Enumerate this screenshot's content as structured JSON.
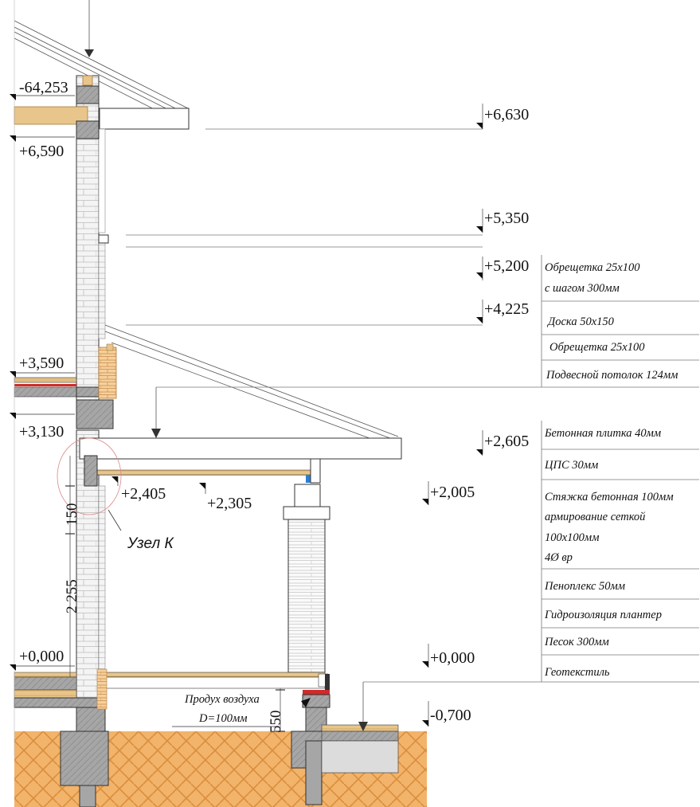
{
  "levels_left": [
    {
      "id": "l1",
      "text": "-64,253"
    },
    {
      "id": "l2",
      "text": "+6,590"
    },
    {
      "id": "l3",
      "text": "+3,590"
    },
    {
      "id": "l4",
      "text": "+3,130"
    },
    {
      "id": "l5",
      "text": "+0,000"
    }
  ],
  "levels_right": [
    {
      "id": "r1",
      "text": "+6,630"
    },
    {
      "id": "r2",
      "text": "+5,350"
    },
    {
      "id": "r3",
      "text": "+5,200"
    },
    {
      "id": "r4",
      "text": "+4,225"
    },
    {
      "id": "r5",
      "text": "+2,605"
    },
    {
      "id": "r6",
      "text": "+2,005"
    },
    {
      "id": "r7",
      "text": "+0,000"
    },
    {
      "id": "r8",
      "text": "-0,700"
    }
  ],
  "levels_mid": [
    {
      "id": "m1",
      "text": "+2,405"
    },
    {
      "id": "m2",
      "text": "+2,305"
    }
  ],
  "dimensions": {
    "d150": "150",
    "d2255": "2 255",
    "d550": "550"
  },
  "node_label": "Узел К",
  "vent_note": {
    "line1": "Продух воздуха",
    "line2": "D=100мм"
  },
  "roof_layers": [
    "Обрещетка 25х100",
    "с шагом 300мм",
    "Доска 50х150",
    "Обрещетка 25х100",
    "Подвесной потолок 124мм"
  ],
  "floor_layers": [
    "Бетонная плитка 40мм",
    "ЦПС 30мм",
    "Стяжка бетонная 100мм",
    "армирование сеткой",
    "100х100мм",
    "4Ø вр",
    "Пеноплекс 50мм",
    "Гидроизоляция плантер",
    "Песок 300мм",
    "Геотекстиль"
  ],
  "colors": {
    "ground": "#f2b36a",
    "ground_hatch": "#d98f3e",
    "concrete": "#a6a6a6",
    "concrete_dark": "#7a7a7a",
    "timber": "#e8c58a",
    "brick": "#f1c08a",
    "insulation_red": "#d12a2a",
    "accent_blue": "#2a7fd4"
  }
}
